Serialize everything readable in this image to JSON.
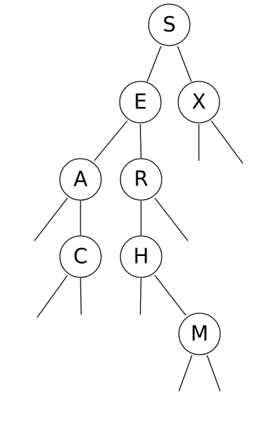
{
  "tree": {
    "nodes": [
      {
        "id": "S",
        "label": "S"
      },
      {
        "id": "E",
        "label": "E"
      },
      {
        "id": "X",
        "label": "X"
      },
      {
        "id": "A",
        "label": "A"
      },
      {
        "id": "R",
        "label": "R"
      },
      {
        "id": "C",
        "label": "C"
      },
      {
        "id": "H",
        "label": "H"
      },
      {
        "id": "M",
        "label": "M"
      }
    ]
  }
}
